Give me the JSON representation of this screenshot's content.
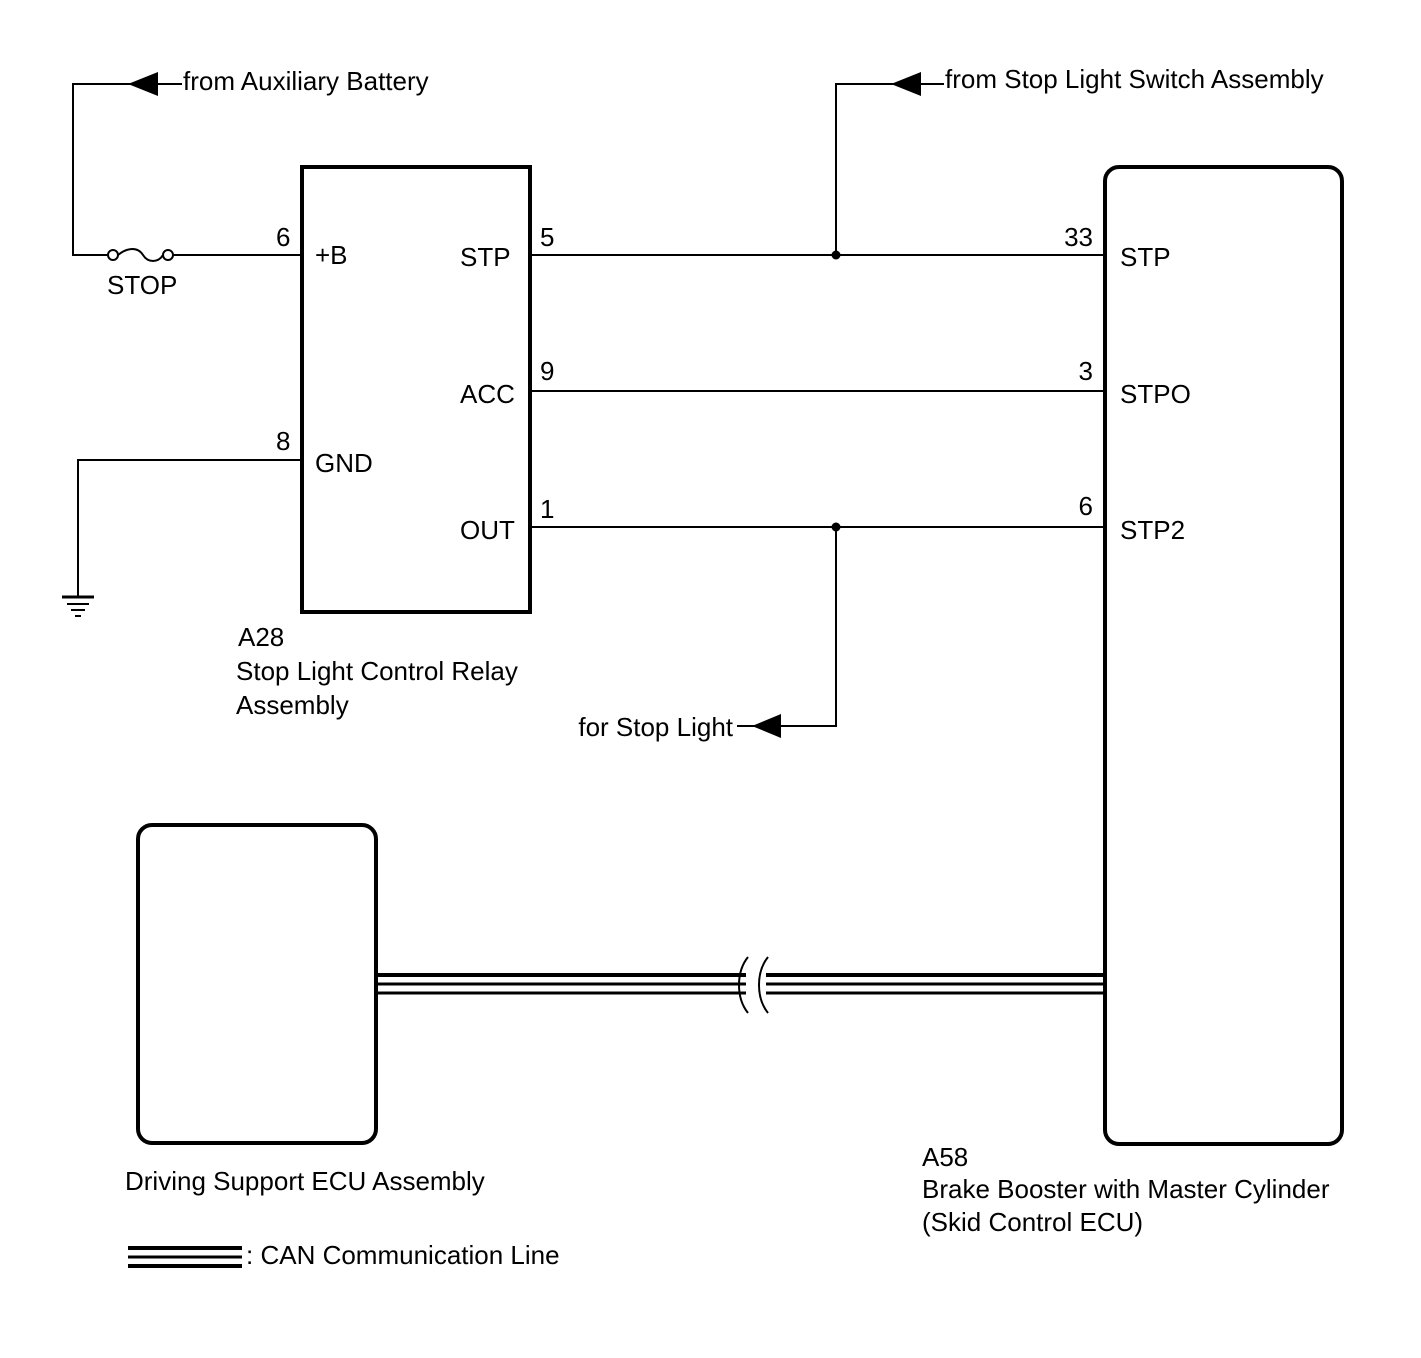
{
  "sources": {
    "aux_battery": "from Auxiliary Battery",
    "stop_light_switch": "from Stop Light Switch Assembly",
    "stop_light_out": "for Stop Light"
  },
  "fuse": {
    "label": "STOP"
  },
  "relay": {
    "code": "A28",
    "name_line1": "Stop Light Control Relay",
    "name_line2": "Assembly",
    "terminals": {
      "b": {
        "pin": "6",
        "label": "+B"
      },
      "gnd": {
        "pin": "8",
        "label": "GND"
      },
      "stp": {
        "pin": "5",
        "label": "STP"
      },
      "acc": {
        "pin": "9",
        "label": "ACC"
      },
      "out": {
        "pin": "1",
        "label": "OUT"
      }
    }
  },
  "ecu": {
    "code": "A58",
    "name_line1": "Brake Booster with Master Cylinder",
    "name_line2": "(Skid Control ECU)",
    "terminals": {
      "stp": {
        "pin": "33",
        "label": "STP"
      },
      "stpo": {
        "pin": "3",
        "label": "STPO"
      },
      "stp2": {
        "pin": "6",
        "label": "STP2"
      }
    }
  },
  "driving_support": {
    "name": "Driving Support ECU Assembly"
  },
  "legend": {
    "can_label": ": CAN Communication Line"
  }
}
